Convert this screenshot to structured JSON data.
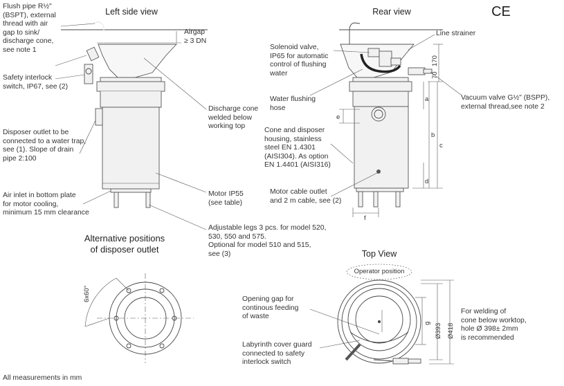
{
  "headers": {
    "left_side_view": "Left side view",
    "rear_view": "Rear view",
    "ce_mark": "CE",
    "alternative_positions": "Alternative positions\nof disposer outlet",
    "top_view": "Top View",
    "operator_position": "Operator position"
  },
  "labels": {
    "flush_pipe": "Flush pipe R½\"\n(BSPT), external\nthread with air\ngap to sink/\ndischarge cone,\nsee note 1",
    "airgap": "Airgap\n≥ 3 DN",
    "safety_interlock": "Safety interlock\nswitch, IP67, see (2)",
    "disposer_outlet": "Disposer outlet to be\nconnected to a water trap,\nsee (1). Slope of drain\npipe 2:100",
    "air_inlet": "Air inlet in bottom plate\nfor motor cooling,\nminimum 15 mm clearance",
    "discharge_cone": "Discharge cone\nwelded below\nworking top",
    "motor_ip55": "Motor IP55\n(see table)",
    "adjustable_legs": "Adjustable legs 3 pcs. for model 520,\n530, 550 and 575.\nOptional for model 510 and 515,\nsee (3)",
    "line_strainer": "Line strainer",
    "solenoid_valve": "Solenoid valve,\nIP65 for automatic\ncontrol of flushing\nwater",
    "water_flushing_hose": "Water flushing\nhose",
    "vacuum_valve": "Vacuum valve G½\" (BSPP),\nexternal thread,see note 2",
    "cone_housing": "Cone and disposer\nhousing, stainless\nsteel EN 1.4301\n(AISI304). As option\nEN 1.4401 (AISI316)",
    "motor_cable": "Motor cable outlet\nand 2 m cable, see (2)",
    "opening_gap": "Opening gap for\ncontinous feeding\nof waste",
    "labyrinth_cover": "Labyrinth cover guard\nconnected to safety\ninterlock switch",
    "for_welding": "For welding of\ncone below worktop,\nhole Ø 398± 2mm\nis recommended",
    "all_measurements": "All measurements in mm"
  },
  "dimensions": {
    "d170": "170",
    "d70": "70",
    "a": "a",
    "b": "b",
    "c": "c",
    "d": "d",
    "e": "e",
    "f": "f",
    "g": "g",
    "angle": "6x60°",
    "dia393": "Ø393",
    "dia418": "Ø418"
  }
}
